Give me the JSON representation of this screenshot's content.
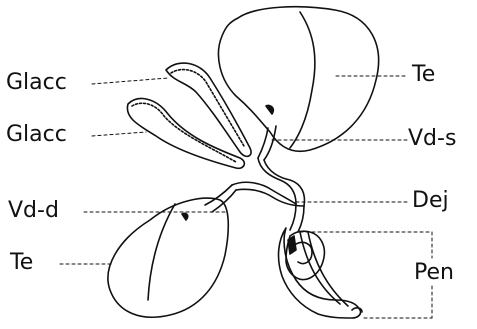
{
  "labels": {
    "glacc_upper": "Glacc",
    "glacc_lower": "Glacc",
    "vd_d": "Vd-d",
    "te_left": "Te",
    "te_right": "Te",
    "vd_s": "Vd-s",
    "dej": "Dej",
    "pen": "Pen"
  },
  "colors": {
    "ink": "#111111",
    "background": "#ffffff"
  }
}
